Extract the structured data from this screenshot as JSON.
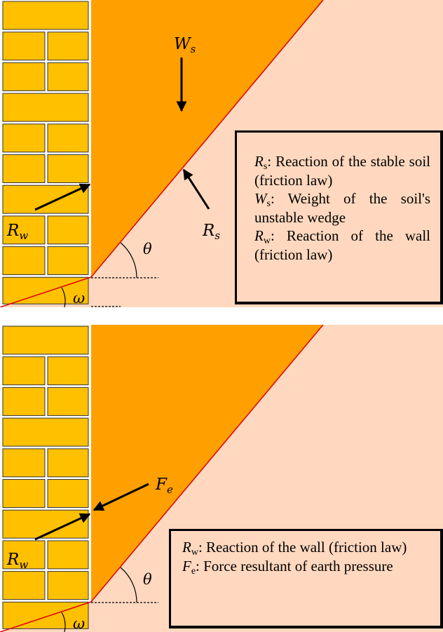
{
  "colors": {
    "brick": "#ffc000",
    "brick_edge": "#333333",
    "wedge": "#ffa000",
    "stable_soil": "#ffd8bf",
    "slip_line": "#e00000"
  },
  "top": {
    "labels": {
      "Ws": "W",
      "Ws_sub": "s",
      "Rs": "R",
      "Rs_sub": "s",
      "Rw": "R",
      "Rw_sub": "w",
      "theta": "θ",
      "omega": "ω"
    },
    "legend": [
      {
        "sym": "R",
        "sub": "s",
        "text": ": Reaction of the stable soil (friction law)"
      },
      {
        "sym": "W",
        "sub": "s",
        "text": ": Weight of the soil's unstable wedge"
      },
      {
        "sym": "R",
        "sub": "w",
        "text": ": Reaction of the wall (friction law)"
      }
    ]
  },
  "bottom": {
    "labels": {
      "Fe": "F",
      "Fe_sub": "e",
      "Rw": "R",
      "Rw_sub": "w",
      "theta": "θ",
      "omega": "ω"
    },
    "legend": [
      {
        "sym": "R",
        "sub": "w",
        "text": ": Reaction of the wall (friction law)"
      },
      {
        "sym": "F",
        "sub": "e",
        "text": ": Force resultant of earth pressure"
      }
    ]
  }
}
